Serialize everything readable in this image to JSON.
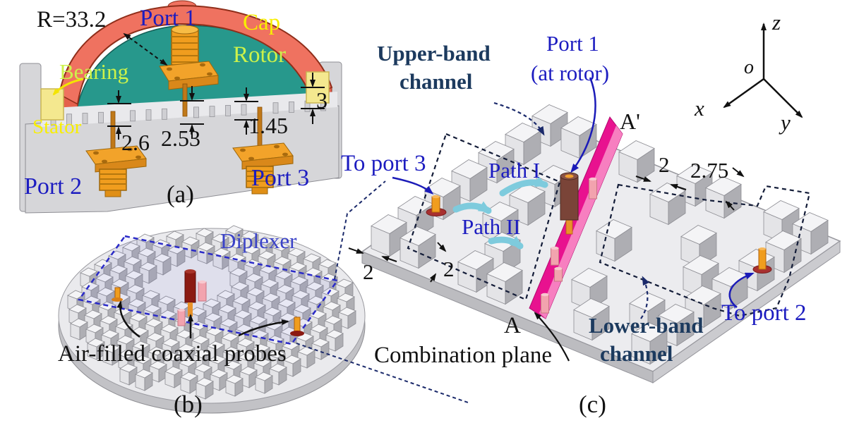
{
  "figure": {
    "panel_a": {
      "caption": "(a)",
      "labels": {
        "radius": "R=33.2",
        "port1": "Port 1",
        "cap": "Cap",
        "bearing": "Bearing",
        "rotor": "Rotor",
        "stator": "Stator",
        "port2": "Port 2",
        "port3": "Port 3"
      },
      "dimensions": {
        "d26": "2.6",
        "d253": "2.53",
        "d145": "1.45",
        "d3": "3"
      }
    },
    "panel_b": {
      "caption": "(b)",
      "labels": {
        "diplexer": "Diplexer",
        "probes": "Air-filled coaxial probes"
      }
    },
    "panel_c": {
      "caption": "(c)",
      "labels": {
        "upper_band_line1": "Upper-band",
        "upper_band_line2": "channel",
        "port1": "Port 1",
        "at_rotor": "(at rotor)",
        "a_prime": "A'",
        "to_port3": "To port 3",
        "path1": "Path I",
        "path2": "Path II",
        "a": "A",
        "combination_plane": "Combination plane",
        "lower_band_line1": "Lower-band",
        "lower_band_line2": "channel",
        "to_port2": "To port 2"
      },
      "dimensions": {
        "d2_top": "2",
        "d275": "2.75",
        "d2_left1": "2",
        "d2_left2": "2"
      }
    },
    "axes": {
      "x": "x",
      "y": "y",
      "z": "z",
      "origin": "o"
    }
  },
  "colors": {
    "cap_red": "#ef7260",
    "cap_edge": "#8f2e1a",
    "rotor_teal": "#27988c",
    "teal_edge": "#155f57",
    "metal_orange": "#f09d1e",
    "metal_dark": "#9c660c",
    "bearing_yellow": "#f4e88f",
    "magenta": "#e8128f",
    "pink": "#f2a3ae",
    "brown": "#7a4438",
    "dark_red": "#8b1a12",
    "cyan": "#7ecbdd",
    "blue_arrow": "#1b1bb8",
    "navy_dash": "#131c38",
    "pin_top": "#f4f4f6",
    "pin_left": "#e4e4e7",
    "pin_right": "#aeaeb3",
    "pin_stroke": "#8e8e94",
    "label_blue": "#1c1cc0",
    "label_navy": "#1c3a5e",
    "label_royal": "#3a42c8",
    "label_yellow": "#f8ef00",
    "label_green": "#cdf24a",
    "black": "#111111"
  }
}
